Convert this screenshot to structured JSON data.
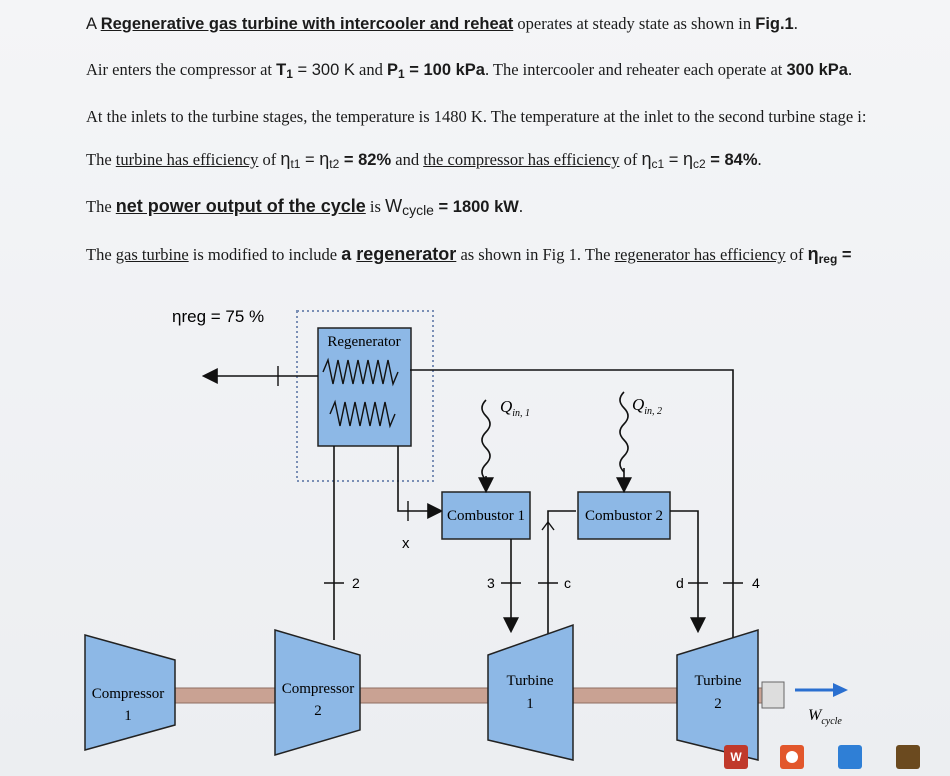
{
  "problem": {
    "line1": {
      "intro": "A ",
      "title_link": "Regenerative gas turbine with intercooler and reheat",
      "rest": " operates at steady state as shown in ",
      "fig_ref": "Fig.1",
      "end": "."
    },
    "line2": {
      "a": "Air enters the compressor at ",
      "T1": "T",
      "T1_sub": "1",
      "T1_val": " = 300 K",
      "b": " and ",
      "P1": "P",
      "P1_sub": "1",
      "P1_val": " = 100 kPa",
      "c": ". The intercooler and reheater each operate at ",
      "p_val": "300 kPa",
      "d": "."
    },
    "line3": "At the inlets to the turbine stages, the temperature is 1480 K. The temperature at the inlet to the second turbine stage i:",
    "line4": {
      "a": "The ",
      "a_ul": "turbine has efficiency",
      "b": " of ",
      "eta_t": "η",
      "t1_sub": "t1",
      "eq1": " = ",
      "eta_t2": "η",
      "t2_sub": "t2",
      "t_val": " = 82%",
      "c": " and ",
      "c_ul": "the compressor has efficiency",
      "d": " of ",
      "eta_c": "η",
      "c1_sub": "c1",
      "eq2": " = ",
      "eta_c2": "η",
      "c2_sub": "c2",
      "c_val": " = 84%",
      "e": "."
    },
    "line5": {
      "a": "The ",
      "bold_ul": "net power output of the cycle",
      "b": " is ",
      "W": "W",
      "W_sub": "cycle",
      "val": " = 1800 kW",
      "c": "."
    },
    "line6": {
      "a": "The ",
      "a_ul": "gas turbine",
      "b": " is modified to include ",
      "c": "a ",
      "bold_ul": "regenerator",
      "d": " as shown in Fig 1. The ",
      "e_ul": "regenerator has efficiency",
      "f": " of ",
      "eta": "η",
      "eta_sub": "reg",
      "g": " ="
    }
  },
  "figure": {
    "eta_label": "ηreg = 75 %",
    "regenerator": "Regenerator",
    "combustor1": "Combustor 1",
    "combustor2": "Combustor 2",
    "compressor1_line1": "Compressor",
    "compressor1_line2": "1",
    "compressor2_line1": "Compressor",
    "compressor2_line2": "2",
    "turbine1_line1": "Turbine",
    "turbine1_line2": "1",
    "turbine2_line1": "Turbine",
    "turbine2_line2": "2",
    "qin1": "Q",
    "qin1_sub": "in, 1",
    "qin2": "Q",
    "qin2_sub": "in, 2",
    "wcycle": "W",
    "wcycle_sub": "cycle",
    "state_x": "x",
    "state_2": "2",
    "state_3": "3",
    "state_c": "c",
    "state_d": "d",
    "state_4": "4"
  },
  "colors": {
    "component_fill": "#8db8e6",
    "shaft": "#c9a293",
    "arrow_blue": "#2a6fd0"
  },
  "taskbar": {
    "word_label": "W"
  }
}
